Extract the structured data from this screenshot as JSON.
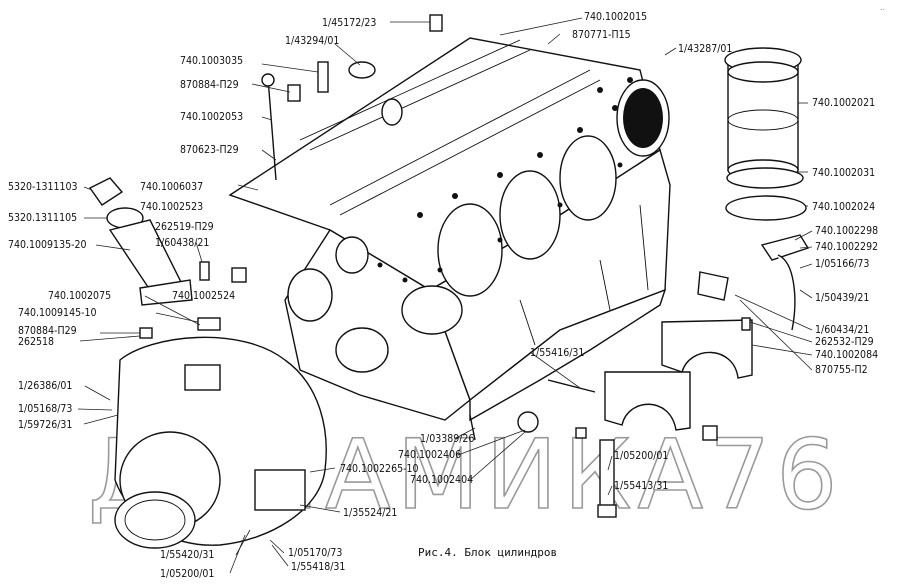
{
  "caption": "Рис.4. Блок цилиндров",
  "watermark": "ДИНАМИКА76",
  "corner_mark": "..",
  "labels": [
    "1/45172/23",
    "740.1002015",
    "1/43294/01",
    "870771-П15",
    "1/43287/01",
    "740.1003035",
    "870884-П29",
    "740.1002053",
    "870623-П29",
    "740.1002021",
    "740.1002031",
    "740.1002024",
    "5320-1311103",
    "740.1006037",
    "740.1002523",
    "5320.1311105",
    "262519-П29",
    "740.1009135-20",
    "1/60438/21",
    "740.1002298",
    "740.1002292",
    "1/05166/73",
    "1/50439/21",
    "740.1002075",
    "740.1002524",
    "740.1009145-10",
    "870884-П29",
    "262518",
    "1/60434/21",
    "262532-П29",
    "740.1002084",
    "870755-П2",
    "1/55416/31",
    "1/26386/01",
    "1/05168/73",
    "1/59726/31",
    "1/03389/26",
    "740.1002406",
    "740.1002404",
    "1/05200/01",
    "1/55413/31",
    "740.1002265-10",
    "1/35524/21",
    "1/55420/31",
    "1/05170/73",
    "1/05200/01",
    "1/55418/31"
  ]
}
